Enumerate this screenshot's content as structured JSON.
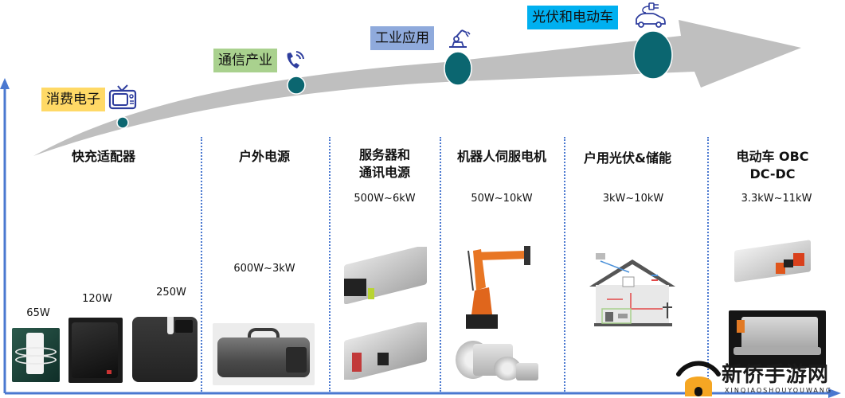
{
  "colors": {
    "axis": "#4a78d0",
    "arrow": "#bfbfbf",
    "node": "#0b6670",
    "divider": "#4a78d0",
    "label_consumer": "#ffd966",
    "label_telecom": "#a9d18e",
    "label_industrial": "#8faadc",
    "label_pv_ev": "#00b0f0",
    "icon": "#2f3e9e"
  },
  "stages": [
    {
      "label": "消费电子",
      "icon": "tv-icon"
    },
    {
      "label": "通信产业",
      "icon": "phone-signal-icon"
    },
    {
      "label": "工业应用",
      "icon": "robot-arm-icon"
    },
    {
      "label": "光伏和电动车",
      "icon": "ev-charging-car-icon"
    }
  ],
  "columns": [
    {
      "title_lines": [
        "快充适配器"
      ],
      "power": "",
      "products": [
        {
          "name": "65W",
          "power": "65W"
        },
        {
          "name": "120W",
          "power": "120W"
        },
        {
          "name": "250W",
          "power": "250W"
        }
      ]
    },
    {
      "title_lines": [
        "户外电源"
      ],
      "power": "600W~3kW"
    },
    {
      "title_lines": [
        "服务器和",
        "通讯电源"
      ],
      "power": "500W~6kW"
    },
    {
      "title_lines": [
        "机器人伺服电机"
      ],
      "power": "50W~10kW"
    },
    {
      "title_lines": [
        "户用光伏&储能"
      ],
      "power": "3kW~10kW"
    },
    {
      "title_lines": [
        "电动车 OBC",
        "DC-DC"
      ],
      "power": "3.3kW~11kW"
    }
  ],
  "watermark": {
    "title": "新侨手游网",
    "subtitle": "XINQIAOSHOUYOUWANG"
  }
}
